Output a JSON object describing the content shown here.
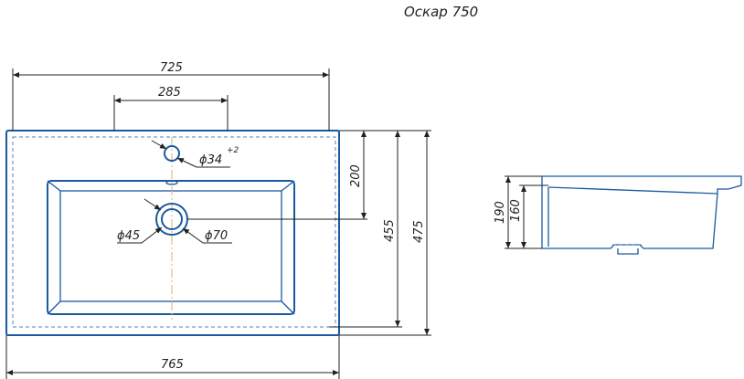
{
  "title": "Оскар 750",
  "dimensions": {
    "overall_width_top": "725",
    "tap_span": "285",
    "overall_width_bottom": "765",
    "tap_hole": "ϕ34",
    "tap_hole_tol": "+2",
    "drain_inner": "ϕ45",
    "drain_outer": "ϕ70",
    "tap_to_drain": "200",
    "depth_inner": "455",
    "depth_outer": "475",
    "side_height_total": "190",
    "side_height_bowl": "160"
  }
}
